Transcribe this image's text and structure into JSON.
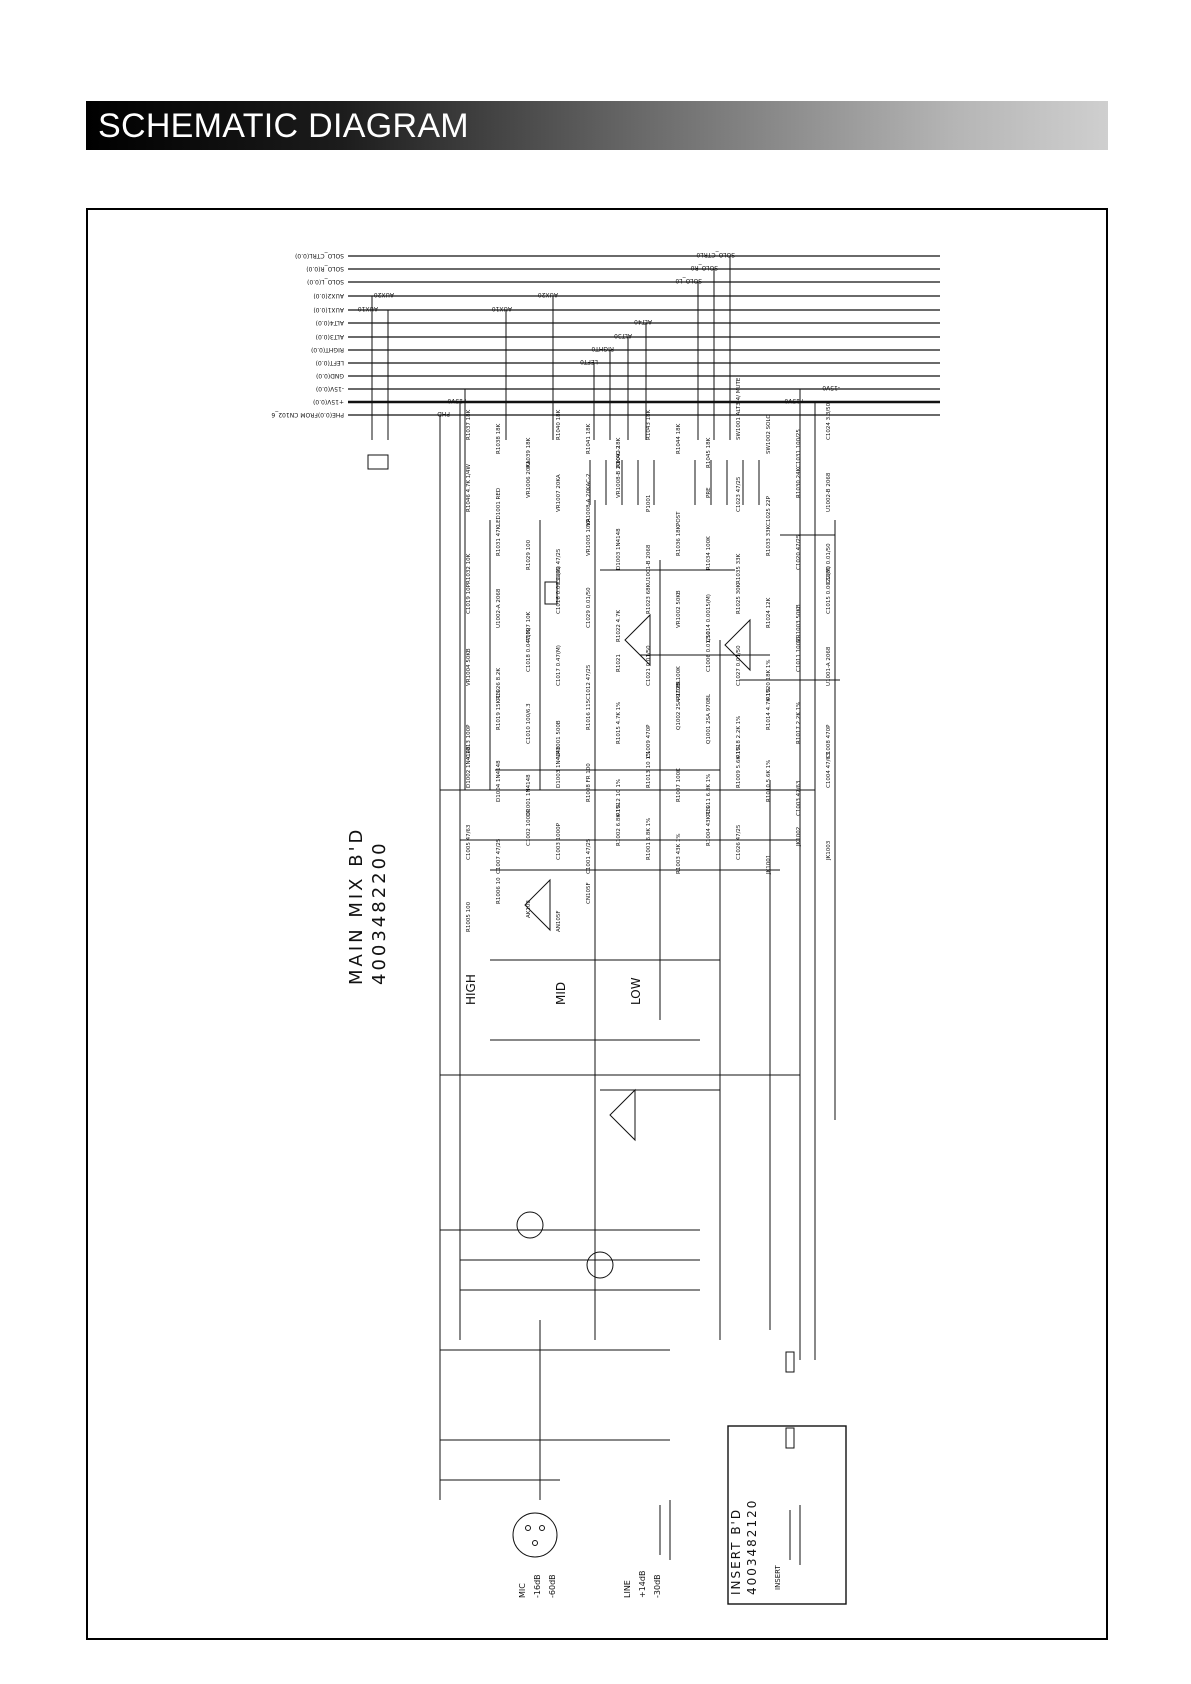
{
  "page": {
    "title": "SCHEMATIC DIAGRAM"
  },
  "board": {
    "main_title": "MAIN MIX B'D",
    "main_number": "4003482200",
    "insert_title": "INSERT B'D",
    "insert_number": "4003482120"
  },
  "bus_labels": [
    "SOLO_CTRL(0.0)",
    "SOLO_R(0.0)",
    "SOLO_L(0.0)",
    "AUX2(0.0)",
    "AUX1(0.0)",
    "ALT4(0.0)",
    "ALT3(0.0)",
    "RIGHT(0.0)",
    "LEFT(0.0)",
    "GND(0.0)",
    "-15V(0.0)",
    "+15V(0.0)",
    "PHE(0.0)FROM CN102_6"
  ],
  "bus_taps": [
    "SOLO_CTRL0",
    "SOLO_R0",
    "SOLO_L0",
    "AUX20",
    "AUX10",
    "AUX20",
    "AUX10",
    "ALT40",
    "ALT30",
    "RIGHT0",
    "LEFT0",
    "-15V0",
    "+15V0",
    "+15V0",
    "PHD"
  ],
  "sections": {
    "high": "HIGH",
    "mid": "MID",
    "low": "LOW"
  },
  "inputs": {
    "mic": "MIC",
    "mic_range": [
      "-16dB",
      "-60dB"
    ],
    "line": "LINE",
    "line_range": [
      "+14dB",
      "-30dB"
    ],
    "insert": "INSERT"
  },
  "components": [
    "R1037 18K",
    "R1038 18K",
    "R1039 18K",
    "R1040 18K",
    "R1041 18K",
    "R1042 18K",
    "R1043 18K",
    "R1044 18K",
    "R1045 18K",
    "SW1001 ALT3-4/ MUTE",
    "SW1002 SOLO",
    "C1031 100/25",
    "C1024 3.3/50",
    "R1046 4.7K 1/4W",
    "LED1001 RED",
    "VR1006 20KA",
    "VR1007 20KA",
    "VR1008-A 20KAC-2",
    "VR1008-B 20KAC-2",
    "P1001",
    "POST",
    "PRE",
    "C1023 47/25",
    "C1025 22P",
    "R1030 24K",
    "U1002-B 2068",
    "R1032 10K",
    "R1031 47K",
    "R1029 100",
    "C1022 47/25",
    "VR1005 10KA",
    "D1003 1N4148",
    "U1001-B 2068",
    "R1036 18K",
    "R1034 100K",
    "R1035 33K",
    "R1033 33K",
    "C1020 47/25",
    "C1030 0.01/50",
    "C1019 10P",
    "U1002-A 2068",
    "R1027 10K",
    "C1016 0.0039(M)",
    "C1029 0.01/50",
    "R1022 4.7K",
    "R1023 68K",
    "VR1002 50KB",
    "C1014 0.0015(M)",
    "R1025 30K",
    "R1024 12K",
    "VR1003 50KB",
    "C1015 0.0022(M)",
    "VR1004 50KB",
    "R1026 8.2K",
    "C1018 0.047(M)",
    "C1017 0.47(M)",
    "C1012 47/25",
    "R1021",
    "C1021 0.01/50",
    "R1028 100K",
    "C1006 0.01/50",
    "C1027 0.01/50",
    "R1020 18K 1%",
    "C1011 100P",
    "U1001-A 2068",
    "C1013 100P",
    "R1019 15K 1%",
    "C1010 100/6.3",
    "VR1001 500B",
    "R1016 115",
    "R1015 4.7K 1%",
    "C1009 470P",
    "Q1002 2SA 970BL",
    "Q1001 2SA 970BL",
    "R1018 2.2K 1%",
    "R1014 4.7K 1%",
    "R1017 2.2K 1%",
    "C1008 470P",
    "D1002 1N4148",
    "D1004 1N4148",
    "D1001 1N4148",
    "D1003 1N4148",
    "R1008 FR 100",
    "R1012 10 1%",
    "R1013 10 1%",
    "R1007 100K",
    "R1011 6.8K 1%",
    "R1009 5.6K 1%",
    "R1010 5.6K 1%",
    "C1003 47/63",
    "C1004 47/63",
    "C1005 47/63",
    "C1007 47/25",
    "C1002 1000P",
    "C1003 1000P",
    "C1001 47/25",
    "R1002 6.8K 1%",
    "R1001 6.8K 1%",
    "R1003 43K 1%",
    "R1004 43K 1%",
    "C1026 47/25",
    "JK1001",
    "JK1002",
    "JK1003",
    "R1005 100",
    "R1006 10",
    "AK108",
    "AN105F",
    "CN105F"
  ]
}
